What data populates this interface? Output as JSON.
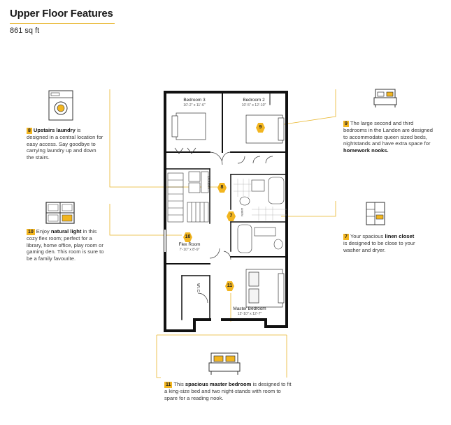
{
  "header": {
    "title": "Upper Floor Features",
    "area": "861 sq ft"
  },
  "features": {
    "laundry": {
      "badge": "8",
      "strong": "Upstairs laundry",
      "text": "is designed in a central location for easy access. Say goodbye to carrying laundry up and down the stairs."
    },
    "flex": {
      "badge": "10",
      "pre": "Enjoy",
      "strong": "natural light",
      "text": "in this cozy flex room; perfect for a library, home office, play room or gaming den. This room is sure to be a family favourite."
    },
    "bedrooms": {
      "badge": "9",
      "text": "The large second and third bedrooms in the Landon are designed to accommodate queen sized beds, nightstands and have extra space for",
      "strong": "homework nooks."
    },
    "linen": {
      "badge": "7",
      "pre": "Your spacious",
      "strong": "linen closet",
      "text": "is designed to be close to your washer and dryer."
    },
    "master": {
      "badge": "11",
      "pre": "This",
      "strong": "spacious master bedroom",
      "text": "is designed to fit a king-size bed and two night-stands with room to spare for a reading nook."
    }
  },
  "rooms": {
    "bedroom3": {
      "name": "Bedroom 3",
      "dim": "10'-2\" x 11'-6\""
    },
    "bedroom2": {
      "name": "Bedroom 2",
      "dim": "10'-5\" x 12'-10\""
    },
    "flex": {
      "name": "Flex Room",
      "dim": "7'-10\" x 8'-9\""
    },
    "master": {
      "name": "Master Bedroom",
      "dim": "12'-10\" x 12'-7\""
    },
    "wic": "W.I.C.",
    "laundry_tag": "LAUNDRY",
    "linen_tag": "LINEN"
  },
  "plan_badges": {
    "b7": "7",
    "b8": "8",
    "b9": "9",
    "b10": "10",
    "b11": "11"
  },
  "icons": [
    "washer-icon",
    "bed-icon",
    "window-icon",
    "closet-icon",
    "bed-icon"
  ],
  "colors": {
    "accent": "#f2b51f",
    "rule": "#e8b52a",
    "wall": "#111111"
  }
}
